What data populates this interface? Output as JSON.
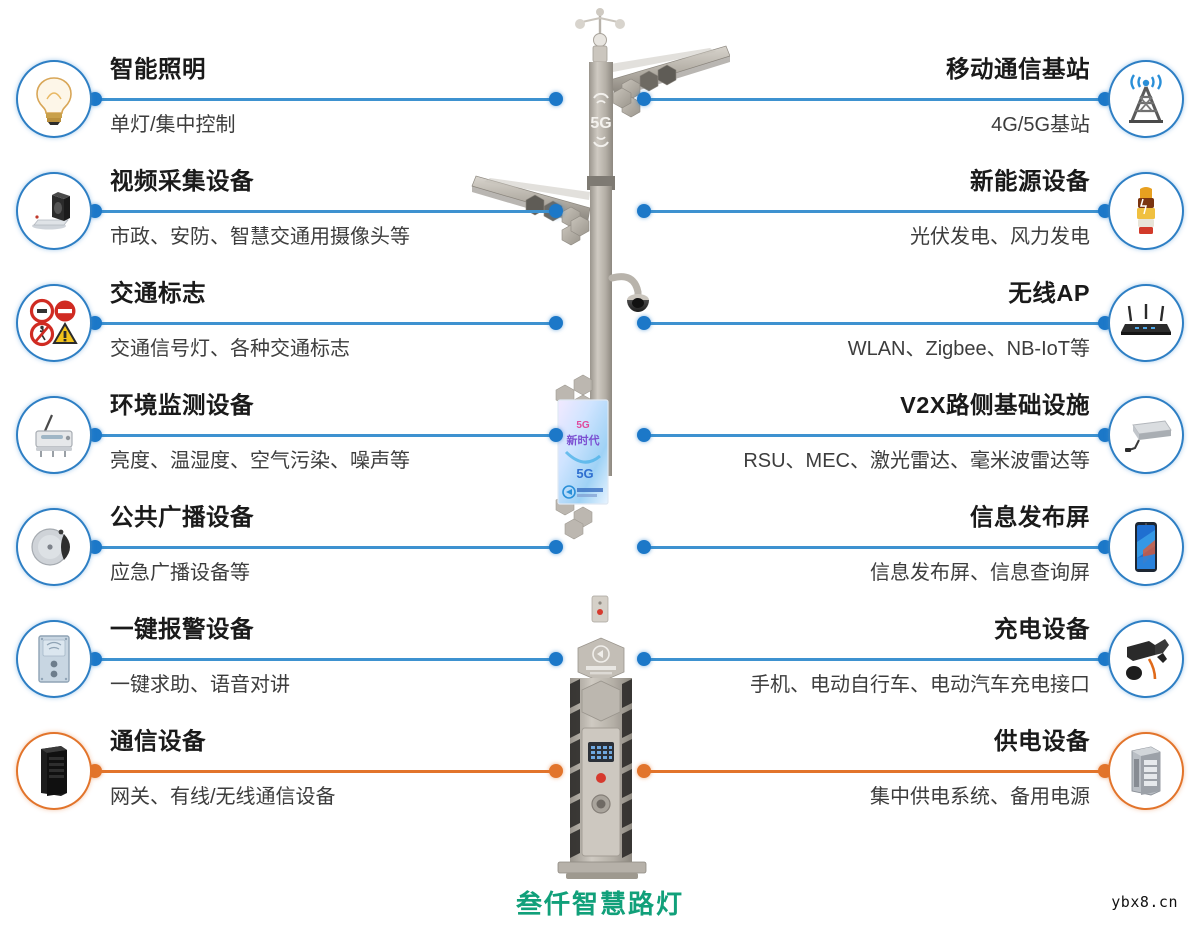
{
  "diagram": {
    "caption": "叁仟智慧路灯",
    "watermark": "ybx8.cn",
    "colors": {
      "line_blue": "#3E92D0",
      "dot_blue": "#1C78C8",
      "ring_blue": "#2E7FC4",
      "line_orange": "#E2742B",
      "caption_green": "#11A07A"
    },
    "center_illustration": {
      "name": "smart-streetlight-pole",
      "pole_label_5g": "5G",
      "banner_text_top": "5G",
      "banner_text_main": "新时代"
    }
  },
  "left_column": [
    {
      "icon": "light-bulb-icon",
      "title": "智能照明",
      "desc": "单灯/集中控制",
      "accent": "blue"
    },
    {
      "icon": "video-camera-icon",
      "title": "视频采集设备",
      "desc": "市政、安防、智慧交通用摄像头等",
      "accent": "blue"
    },
    {
      "icon": "traffic-signs-icon",
      "title": "交通标志",
      "desc": "交通信号灯、各种交通标志",
      "accent": "blue"
    },
    {
      "icon": "env-sensor-icon",
      "title": "环境监测设备",
      "desc": "亮度、温湿度、空气污染、噪声等",
      "accent": "blue"
    },
    {
      "icon": "loudspeaker-icon",
      "title": "公共广播设备",
      "desc": "应急广播设备等",
      "accent": "blue"
    },
    {
      "icon": "emergency-call-icon",
      "title": "一键报警设备",
      "desc": "一键求助、语音对讲",
      "accent": "blue"
    },
    {
      "icon": "network-cabinet-icon",
      "title": "通信设备",
      "desc": "网关、有线/无线通信设备",
      "accent": "orange"
    }
  ],
  "right_column": [
    {
      "icon": "cell-tower-icon",
      "title": "移动通信基站",
      "desc": "4G/5G基站",
      "accent": "blue"
    },
    {
      "icon": "new-energy-icon",
      "title": "新能源设备",
      "desc": "光伏发电、风力发电",
      "accent": "blue"
    },
    {
      "icon": "wireless-router-icon",
      "title": "无线AP",
      "desc": "WLAN、Zigbee、NB-IoT等",
      "accent": "blue"
    },
    {
      "icon": "rsu-roadside-unit-icon",
      "title": "V2X路侧基础设施",
      "desc": "RSU、MEC、激光雷达、毫米波雷达等",
      "accent": "blue"
    },
    {
      "icon": "info-display-icon",
      "title": "信息发布屏",
      "desc": "信息发布屏、信息查询屏",
      "accent": "blue"
    },
    {
      "icon": "ev-charger-icon",
      "title": "充电设备",
      "desc": "手机、电动自行车、电动汽车充电接口",
      "accent": "blue"
    },
    {
      "icon": "power-cabinet-icon",
      "title": "供电设备",
      "desc": "集中供电系统、备用电源",
      "accent": "orange"
    }
  ]
}
